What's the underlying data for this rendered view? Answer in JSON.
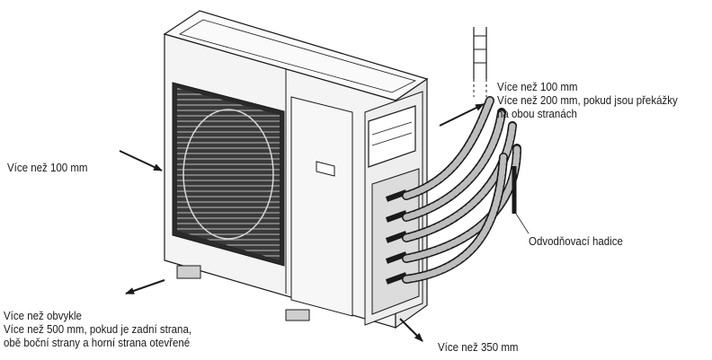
{
  "labels": {
    "left_clearance": "Více než 100 mm",
    "top_right_1": "Více než 100 mm",
    "top_right_2": "Více než 200 mm, pokud jsou překážky",
    "top_right_3": "na obou stranách",
    "drain_hose": "Odvodňovací hadice",
    "front_1": "Více než obvykle",
    "front_2": "Více než 500 mm, pokud je zadní strana,",
    "front_3": "obě boční strany a horní strana otevřené",
    "right_bottom": "Více než 350 mm"
  },
  "colors": {
    "line": "#1a1a1a",
    "unit_light": "#f4f4f4",
    "unit_side": "#e6e6e6",
    "unit_top": "#fafafa",
    "grille": "#2a2a2a"
  }
}
